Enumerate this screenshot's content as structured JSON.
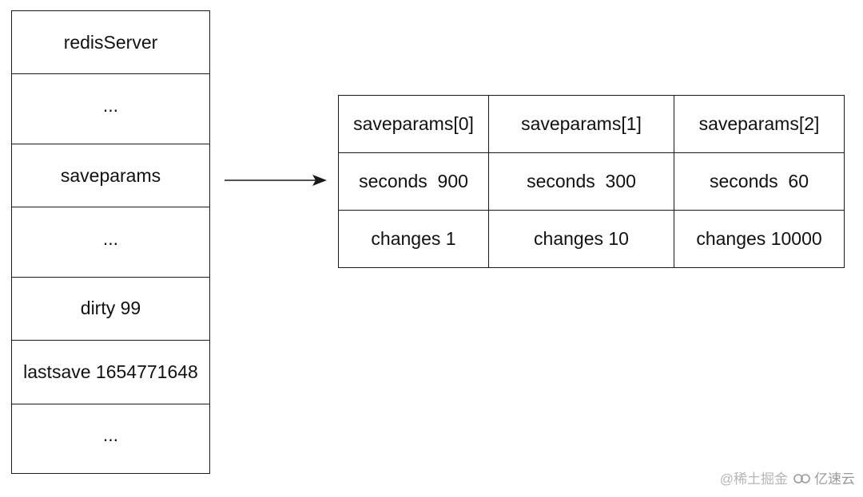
{
  "server": {
    "fields": [
      "redisServer",
      "...",
      "saveparams",
      "...",
      "dirty 99",
      "lastsave 1654771648",
      "..."
    ]
  },
  "saveparams": {
    "headers": [
      "saveparams[0]",
      "saveparams[1]",
      "saveparams[2]"
    ],
    "seconds": [
      "seconds  900",
      "seconds  300",
      "seconds  60"
    ],
    "changes": [
      "changes 1",
      "changes 10",
      "changes 10000"
    ]
  },
  "watermarks": {
    "juejin": "@稀土掘金",
    "yisu": "亿速云"
  },
  "icons": {
    "arrow": "arrow-right-icon",
    "logo": "yisu-cloud-logo-icon"
  },
  "colors": {
    "stroke": "#1a1a1a",
    "text": "#111111",
    "watermark": "#b5b5b5"
  }
}
